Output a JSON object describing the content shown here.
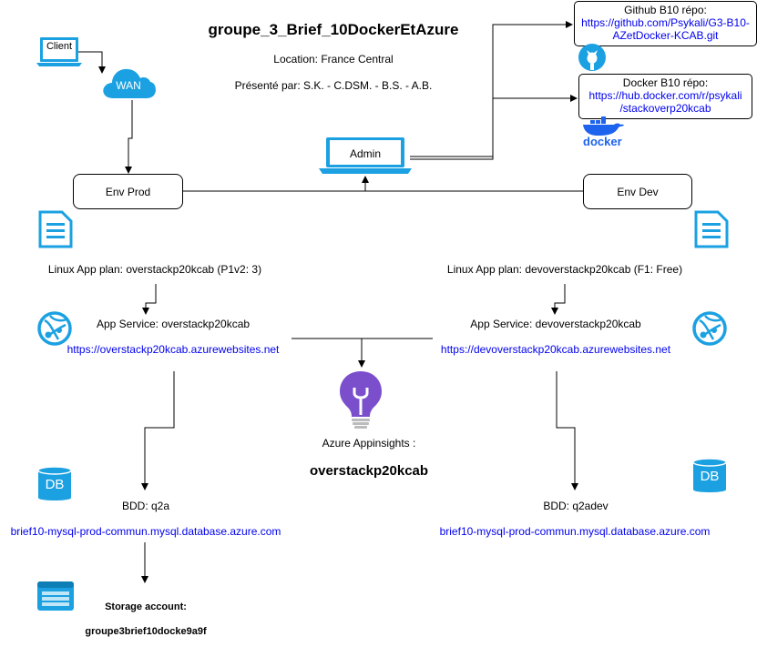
{
  "header": {
    "title": "groupe_3_Brief_10DockerEtAzure",
    "location": "Location: France Central",
    "presenters": "Présenté par: S.K. - C.DSM. - B.S. - A.B."
  },
  "client": {
    "label": "Client",
    "icon": "laptop-icon"
  },
  "wan": {
    "label": "WAN",
    "icon": "cloud-icon"
  },
  "admin": {
    "label": "Admin",
    "icon": "laptop-icon"
  },
  "github": {
    "title": "Github B10 répo:",
    "url_line1": "https://github.com/Psykali/G3-B10-",
    "url_line2": "AZetDocker-KCAB.git",
    "icon": "github-icon"
  },
  "docker": {
    "title": "Docker B10 répo:",
    "url_line1": "https://hub.docker.com/r/psykali",
    "url_line2": "/stackoverp20kcab",
    "logo_text": "docker",
    "icon": "docker-icon"
  },
  "env_prod": {
    "label": "Env Prod",
    "app_plan": "Linux App plan: overstackp20kcab (P1v2: 3)",
    "app_service": "App Service: overstackp20kcab",
    "app_url": "https://overstackp20kcab.azurewebsites.net",
    "db_label": "BDD: q2a",
    "db_host": "brief10-mysql-prod-commun.mysql.database.azure.com",
    "db_icon_text": "DB",
    "storage_label": "Storage account:",
    "storage_name": "groupe3brief10docke9a9f"
  },
  "env_dev": {
    "label": "Env Dev",
    "app_plan": "Linux App plan: devoverstackp20kcab (F1: Free)",
    "app_service": "App Service: devoverstackp20kcab",
    "app_url": "https://devoverstackp20kcab.azurewebsites.net",
    "db_label": "BDD: q2adev",
    "db_host": "brief10-mysql-prod-commun.mysql.database.azure.com",
    "db_icon_text": "DB"
  },
  "appinsights": {
    "label": "Azure Appinsights :",
    "name": "overstackp20kcab",
    "icon": "lightbulb-icon"
  },
  "colors": {
    "azure_blue": "#1ba1e2",
    "docker_blue": "#1d63ed",
    "insights_purple": "#7b4fcc",
    "link": "#0000ee"
  }
}
